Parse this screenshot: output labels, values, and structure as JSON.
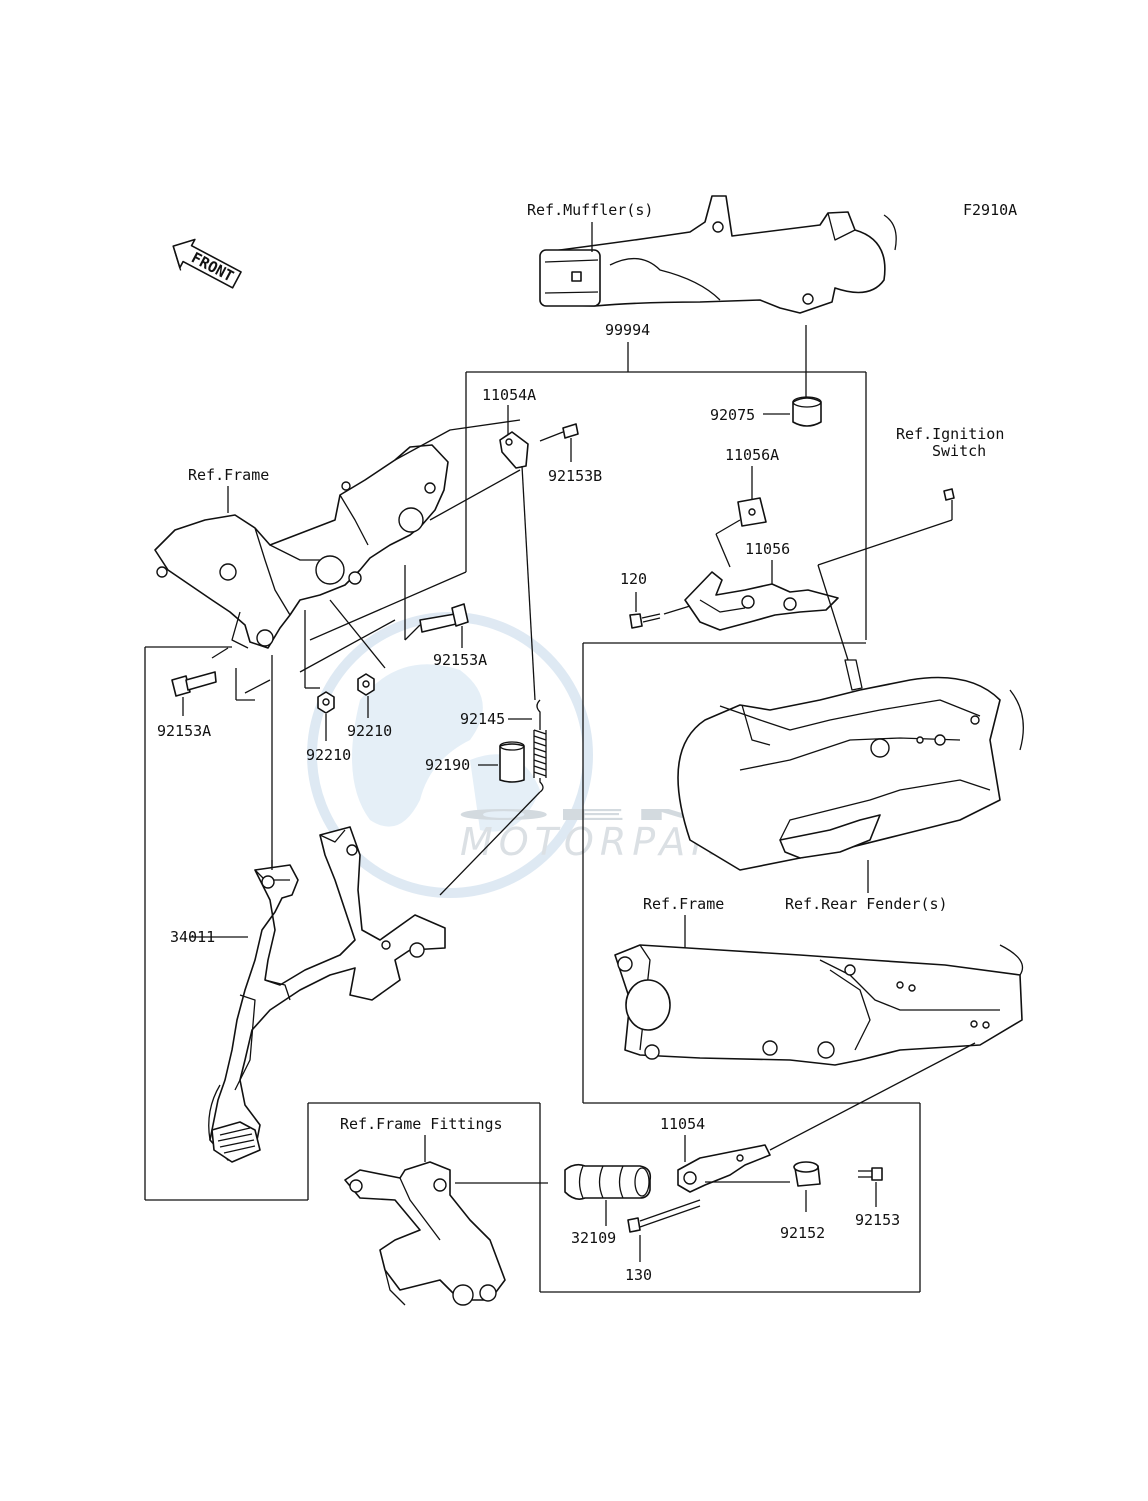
{
  "figure_code": "F2910A",
  "front_label": "FRONT",
  "watermark": {
    "main": "OEM",
    "sub": "MOTORPARTS"
  },
  "references": {
    "muffler": "Ref.Muffler(s)",
    "frame_top": "Ref.Frame",
    "ignition_line1": "Ref.Ignition",
    "ignition_line2": "Switch",
    "rear_fender": "Ref.Rear Fender(s)",
    "frame_right": "Ref.Frame",
    "frame_fittings": "Ref.Frame Fittings"
  },
  "parts": {
    "p99994": "99994",
    "p11054A": "11054A",
    "p92153B": "92153B",
    "p92075": "92075",
    "p11056A": "11056A",
    "p11056": "11056",
    "p120": "120",
    "p92153A_right": "92153A",
    "p92153A_left": "92153A",
    "p92210_a": "92210",
    "p92210_b": "92210",
    "p92145": "92145",
    "p92190": "92190",
    "p34011": "34011",
    "p11054": "11054",
    "p32109": "32109",
    "p130": "130",
    "p92152": "92152",
    "p92153": "92153"
  }
}
